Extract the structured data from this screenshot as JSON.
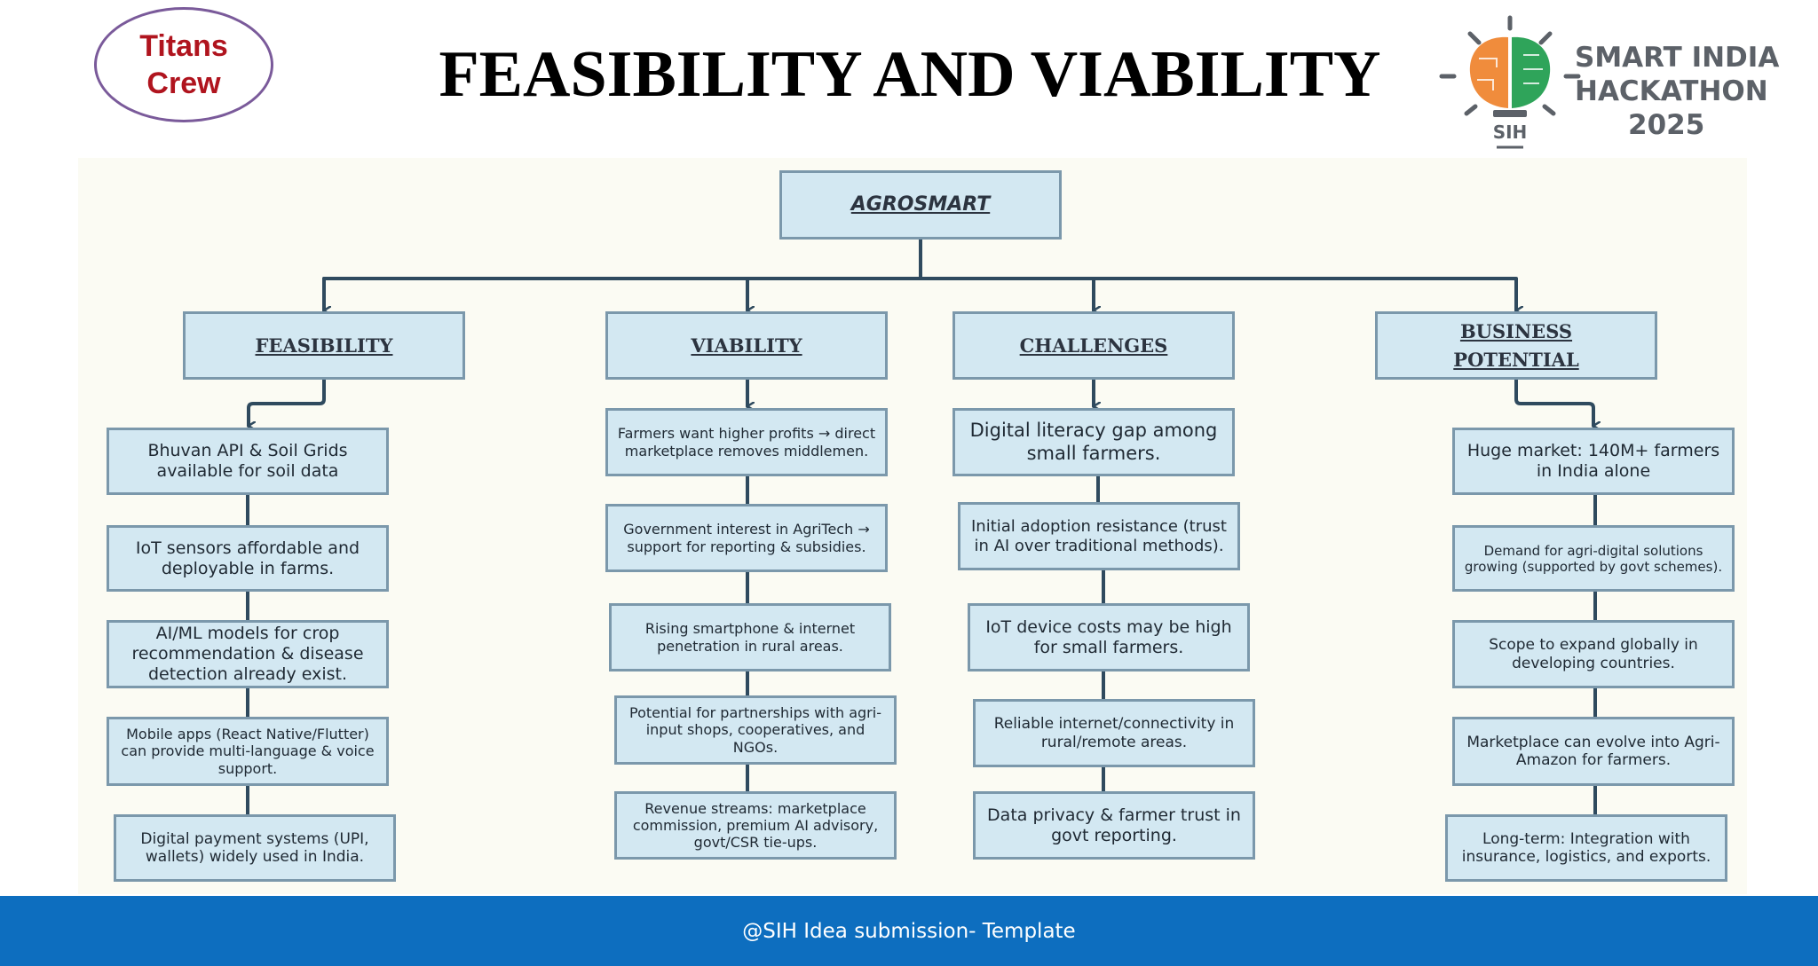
{
  "header": {
    "team_name_line1": "Titans",
    "team_name_line2": "Crew",
    "title": "FEASIBILITY AND VIABILITY",
    "logo_line1": "SMART INDIA",
    "logo_line2": "HACKATHON",
    "logo_line3": "2025",
    "logo_mark": "SIH"
  },
  "diagram": {
    "root": "AGROSMART",
    "branches": [
      {
        "title": "FEASIBILITY",
        "items": [
          "Bhuvan API & Soil Grids available for soil data",
          "IoT sensors affordable and deployable in farms.",
          "AI/ML models for crop recommendation & disease detection already exist.",
          "Mobile apps (React Native/Flutter) can provide multi-language & voice support.",
          "Digital payment systems (UPI, wallets) widely used in India."
        ]
      },
      {
        "title": "VIABILITY",
        "items": [
          "Farmers want higher profits → direct marketplace removes middlemen.",
          "Government interest in AgriTech → support for reporting & subsidies.",
          "Rising smartphone & internet penetration in rural areas.",
          "Potential for partnerships with agri-input shops, cooperatives, and NGOs.",
          "Revenue streams: marketplace commission, premium AI advisory, govt/CSR tie-ups."
        ]
      },
      {
        "title": "CHALLENGES",
        "items": [
          "Digital literacy gap among small farmers.",
          "Initial adoption resistance (trust in AI over traditional methods).",
          "IoT device costs may be high for small farmers.",
          "Reliable internet/connectivity in rural/remote areas.",
          "Data privacy & farmer trust in govt reporting."
        ]
      },
      {
        "title": "BUSINESS POTENTIAL",
        "items": [
          "Huge market: 140M+ farmers in India alone",
          "Demand for agri-digital solutions growing (supported by govt schemes).",
          "Scope to expand globally in developing countries.",
          "Marketplace can evolve into Agri-Amazon for farmers.",
          "Long-term: Integration with insurance, logistics, and exports."
        ]
      }
    ]
  },
  "footer": {
    "text": "@SIH Idea submission- Template"
  },
  "colors": {
    "node_fill": "#d3e8f2",
    "node_border": "#7b98ab",
    "connector": "#2f4a5e",
    "footer": "#0d6ebf",
    "team_name": "#b0141e"
  }
}
